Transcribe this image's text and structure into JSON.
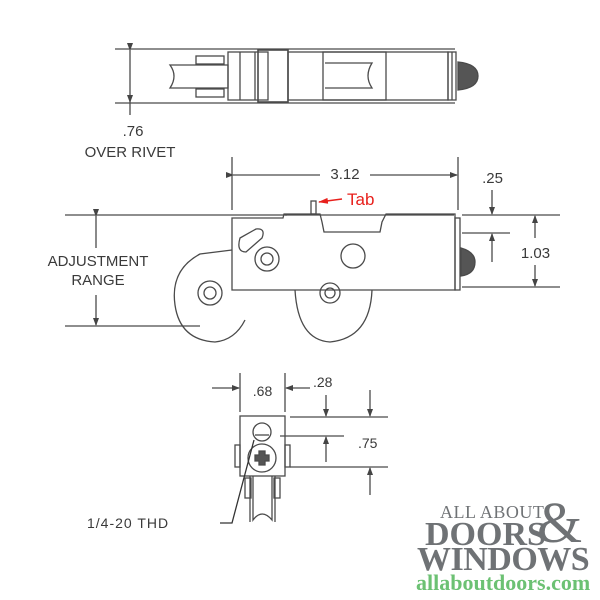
{
  "diagram": {
    "title": "Sliding door roller assembly dimension drawing",
    "views": {
      "top_view": {
        "dimension": ".76",
        "dimension_note": "OVER RIVET"
      },
      "side_view": {
        "width_dimension": "3.12",
        "tab_callout": "Tab",
        "offset_dimension": ".25",
        "height_dimension": "1.03",
        "adjustment_label_line1": "ADJUSTMENT",
        "adjustment_label_line2": "RANGE"
      },
      "end_view": {
        "width_dimension": ".68",
        "offset_dimension": ".28",
        "height_dimension": ".75",
        "thread_callout": "1/4-20 THD"
      }
    },
    "colors": {
      "line": "#4a4a4a",
      "text": "#3a3a3a",
      "callout": "#e8201c",
      "logo_gray": "#6f7275",
      "logo_green": "#6cc173"
    }
  },
  "logo": {
    "line1": "ALL ABOUT",
    "line2": "DOORS",
    "ampersand": "&",
    "line3": "WINDOWS",
    "url": "allaboutdoors.com"
  }
}
